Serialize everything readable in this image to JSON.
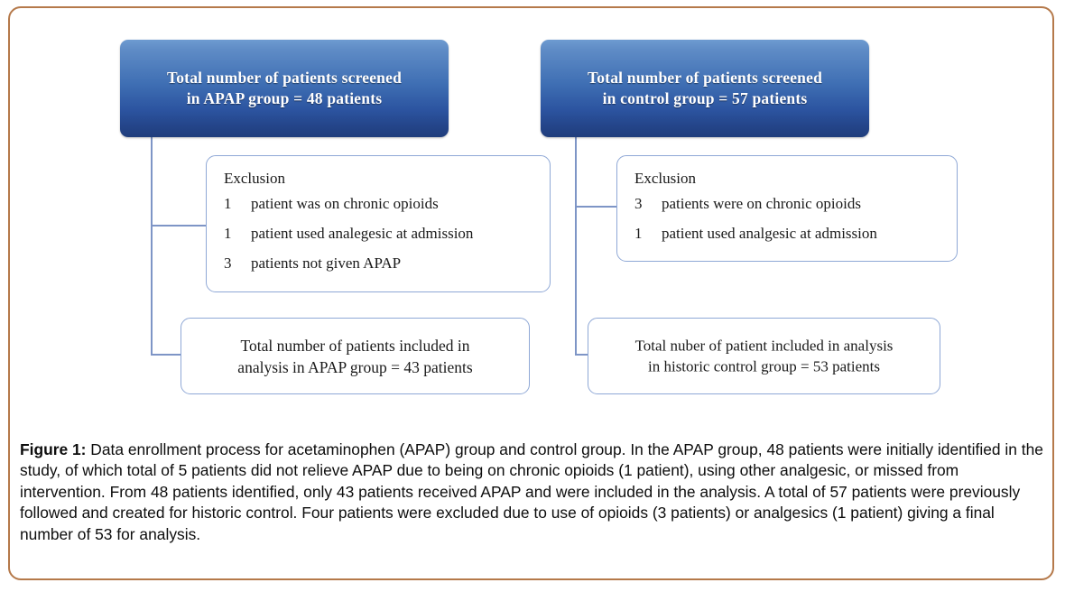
{
  "figure": {
    "frame_color": "#b5794a",
    "box_border_color": "#8fa8d6",
    "connector_color": "#7e95c6",
    "header_box_color": "#2c54a0"
  },
  "flow": {
    "headers": [
      {
        "id": "apap",
        "line1": "Total number of patients screened",
        "line2": "in APAP  group  = 48 patients"
      },
      {
        "id": "control",
        "line1": "Total number of patients screened",
        "line2": "in control  group = 57 patients"
      }
    ],
    "exclusions": [
      {
        "id": "apap",
        "title": "Exclusion",
        "rows": [
          {
            "count": "1",
            "text": "patient  was on chronic opioids"
          },
          {
            "count": "1",
            "text": "patient  used analegesic at admission"
          },
          {
            "count": "3",
            "text": "patients  not given APAP"
          }
        ]
      },
      {
        "id": "control",
        "title": "Exclusion",
        "rows": [
          {
            "count": "3",
            "text": "patients  were  on chronic opioids"
          },
          {
            "count": "1",
            "text": "patient  used analgesic at admission"
          }
        ]
      }
    ],
    "results": [
      {
        "id": "apap",
        "line1": "Total number  of patients  included in",
        "line2": "analysis in APAP  group  = 43 patients"
      },
      {
        "id": "control",
        "line1": "Total nuber  of patient  included in analysis",
        "line2": "in historic control  group = 53 patients"
      }
    ]
  },
  "caption": {
    "label": "Figure 1:",
    "text": " Data enrollment process for acetaminophen (APAP) group and control group. In the APAP group, 48 patients were initially identified in the study, of which total of 5 patients did not relieve APAP due to being on chronic opioids (1 patient), using other analgesic, or missed from intervention. From 48 patients identified, only 43 patients received APAP and were included in the analysis. A total of 57 patients were previously followed and created for historic control. Four patients were excluded due to use of opioids (3 patients) or analgesics (1 patient) giving a final number of 53 for analysis."
  }
}
